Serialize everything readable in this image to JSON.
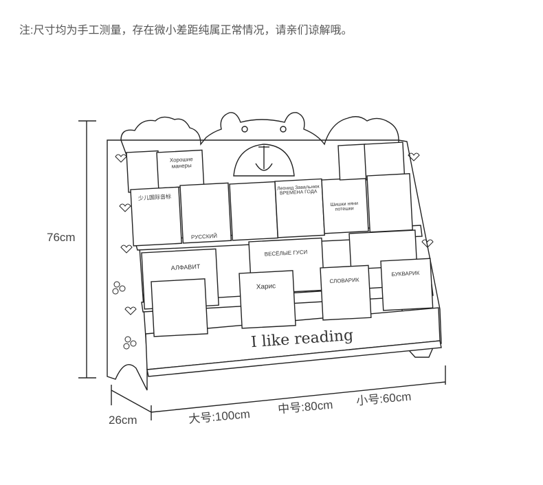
{
  "note": "注:尺寸均为手工测量，存在微小差距纯属正常情况，请亲们谅解哦。",
  "dimensions": {
    "height": "76cm",
    "depth": "26cm",
    "large": "大号:100cm",
    "medium": "中号:80cm",
    "small": "小号:60cm"
  },
  "shelf_text": "I like reading",
  "books": [
    {
      "title": "Хорошие манеры"
    },
    {
      "title": "少儿国际音标"
    },
    {
      "title": "РУССКИЙ"
    },
    {
      "title": "Леонид Завальнюк ВРЕМЕНА ГОДА"
    },
    {
      "title": "Шишки няни потешки"
    },
    {
      "title": "ВЕСЁЛЫЕ ГУСИ"
    },
    {
      "title": "АЛФАВИТ"
    },
    {
      "title": "Харис"
    },
    {
      "title": "СЛОВАРИК"
    },
    {
      "title": "БУКВАРИК"
    }
  ]
}
